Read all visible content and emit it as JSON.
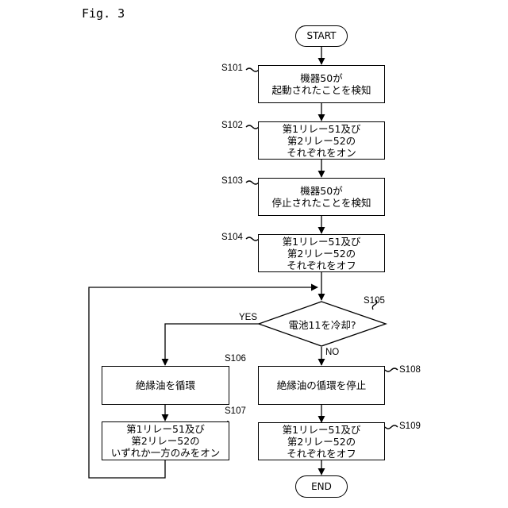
{
  "figure_label": "Fig. 3",
  "start": "START",
  "end": "END",
  "steps": {
    "s101": {
      "id": "S101",
      "lines": [
        "機器50が",
        "起動されたことを検知"
      ]
    },
    "s102": {
      "id": "S102",
      "lines": [
        "第1リレー51及び",
        "第2リレー52の",
        "それぞれをオン"
      ]
    },
    "s103": {
      "id": "S103",
      "lines": [
        "機器50が",
        "停止されたことを検知"
      ]
    },
    "s104": {
      "id": "S104",
      "lines": [
        "第1リレー51及び",
        "第2リレー52の",
        "それぞれをオフ"
      ]
    },
    "s105": {
      "id": "S105",
      "lines": [
        "電池11を冷却?"
      ]
    },
    "s106": {
      "id": "S106",
      "lines": [
        "絶縁油を循環"
      ]
    },
    "s107": {
      "id": "S107",
      "lines": [
        "第1リレー51及び",
        "第2リレー52の",
        "いずれか一方のみをオン"
      ]
    },
    "s108": {
      "id": "S108",
      "lines": [
        "絶縁油の循環を停止"
      ]
    },
    "s109": {
      "id": "S109",
      "lines": [
        "第1リレー51及び",
        "第2リレー52の",
        "それぞれをオフ"
      ]
    }
  },
  "branch_labels": {
    "yes": "YES",
    "no": "NO"
  }
}
